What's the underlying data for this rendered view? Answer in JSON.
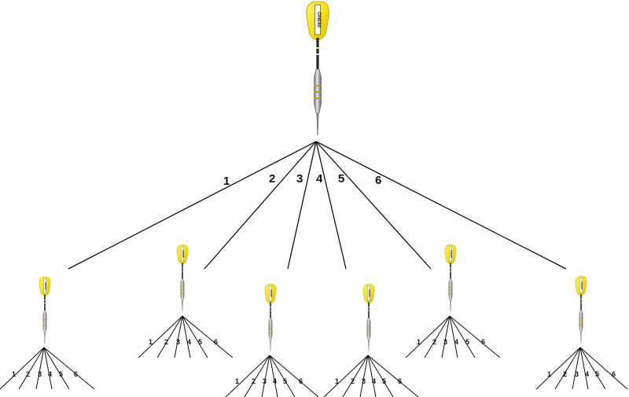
{
  "root_dart": {
    "icon": "dart-icon",
    "flight_color": "#F4E21C",
    "flight_text": "ONE80"
  },
  "top_branches": [
    {
      "label": "1"
    },
    {
      "label": "2"
    },
    {
      "label": "3"
    },
    {
      "label": "4"
    },
    {
      "label": "5"
    },
    {
      "label": "6"
    }
  ],
  "child_darts": [
    {
      "icon": "dart-icon",
      "branch_labels": [
        "1",
        "2",
        "3",
        "4",
        "5",
        "6"
      ]
    },
    {
      "icon": "dart-icon",
      "branch_labels": [
        "1",
        "2",
        "3",
        "4",
        "5",
        "6"
      ]
    },
    {
      "icon": "dart-icon",
      "branch_labels": [
        "1",
        "2",
        "3",
        "4",
        "5",
        "6"
      ]
    },
    {
      "icon": "dart-icon",
      "branch_labels": [
        "1",
        "2",
        "3",
        "4",
        "5",
        "6"
      ]
    },
    {
      "icon": "dart-icon",
      "branch_labels": [
        "1",
        "2",
        "3",
        "4",
        "5",
        "6"
      ]
    },
    {
      "icon": "dart-icon",
      "branch_labels": [
        "1",
        "2",
        "3",
        "4",
        "5",
        "6"
      ]
    }
  ],
  "colors": {
    "flight": "#F4E21C",
    "flight_edge": "#D8C000",
    "line": "#111111"
  }
}
